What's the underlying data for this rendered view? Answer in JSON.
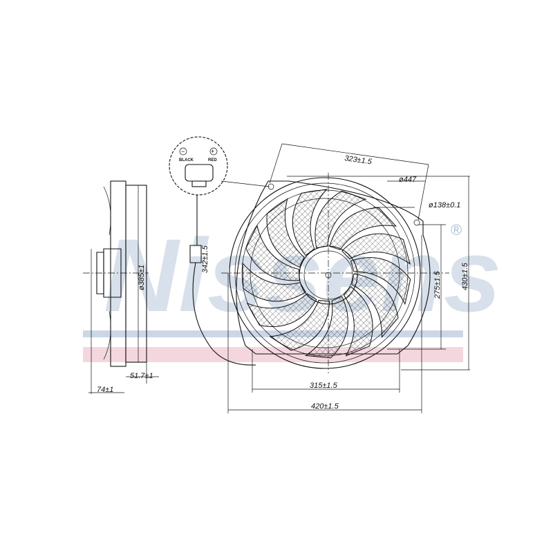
{
  "watermark": {
    "text": "Nissens",
    "registered": "®",
    "colors": {
      "blue": "#a9bcd3",
      "red": "#e7a6b6"
    }
  },
  "connector": {
    "minus_symbol": "−",
    "plus_symbol": "+",
    "left_pin_label": "BLACK",
    "right_pin_label": "RED"
  },
  "dimensions": {
    "top_width": "323±1.5",
    "outer_diameter": "ø447",
    "hub_diameter": "ø138±0.1",
    "total_height": "430±1.5",
    "inner_height": "275±1.5",
    "inner_width": "315±1.5",
    "total_width": "420±1.5",
    "cable_length": "342±1.5",
    "side_diameter": "ø385±1",
    "side_depth": "51.7±1",
    "total_depth": "74±1"
  }
}
